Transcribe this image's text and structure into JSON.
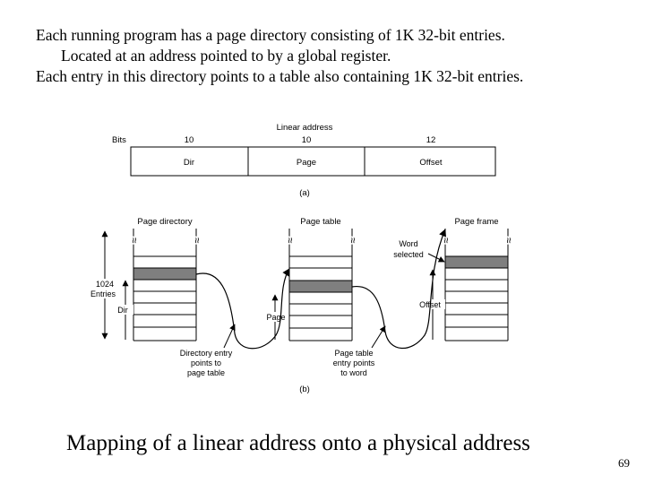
{
  "intro": {
    "line1": "Each running program has a page directory consisting of 1K 32-bit entries.",
    "line2": "Located at an address pointed to by a global register.",
    "line3": "Each entry in this directory points to a table also containing 1K 32-bit entries."
  },
  "diagram_a": {
    "title": "Linear address",
    "bits_label": "Bits",
    "fields": [
      {
        "bits": "10",
        "name": "Dir"
      },
      {
        "bits": "10",
        "name": "Page"
      },
      {
        "bits": "12",
        "name": "Offset"
      }
    ],
    "sublabel": "(a)"
  },
  "diagram_b": {
    "page_directory_label": "Page directory",
    "page_table_label": "Page table",
    "page_frame_label": "Page frame",
    "word_selected_label": [
      "Word",
      "selected"
    ],
    "entries_label": [
      "1024",
      "Entries"
    ],
    "dir_label": "Dir",
    "page_label": "Page",
    "offset_label": "Offset",
    "dir_entry_label": [
      "Directory entry",
      "points to",
      "page table"
    ],
    "table_entry_label": [
      "Page table",
      "entry points",
      "to word"
    ],
    "break_mark": "≈",
    "sublabel": "(b)"
  },
  "caption": "Mapping of a linear address onto a physical address",
  "page_number": "69"
}
